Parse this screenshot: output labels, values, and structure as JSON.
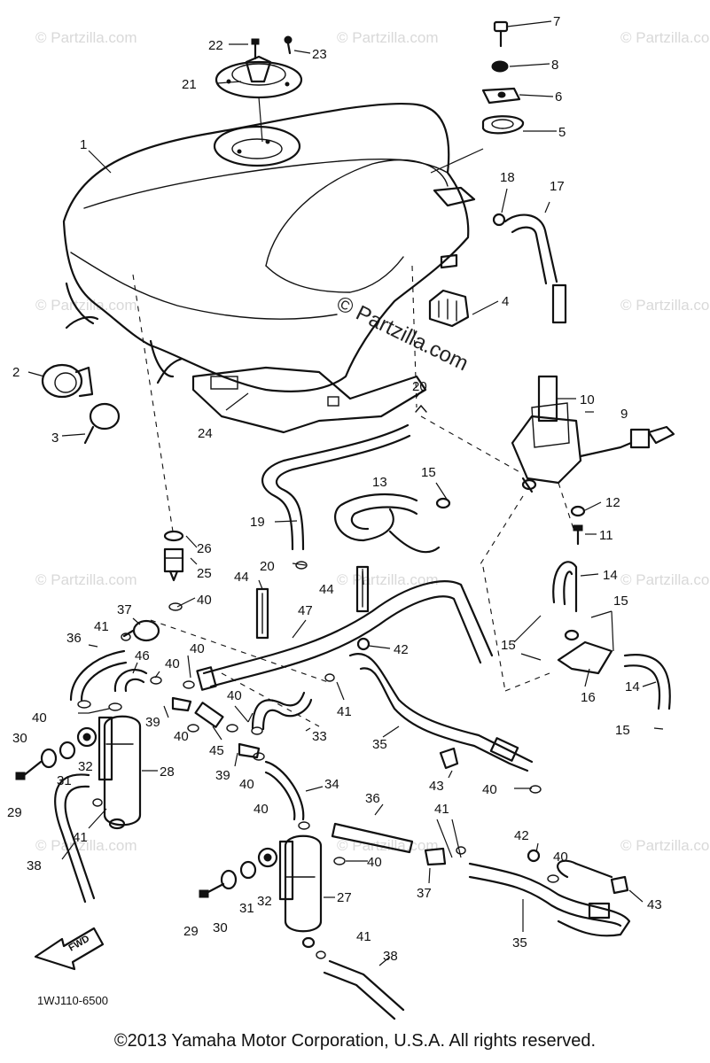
{
  "watermark": "© Partzilla.com",
  "diagram_code": "1WJ110-6500",
  "fwd_label": "FWD",
  "copyright": "©2013 Yamaha Motor Corporation, U.S.A. All rights reserved.",
  "callouts": {
    "c1": "1",
    "c2": "2",
    "c3": "3",
    "c4": "4",
    "c5": "5",
    "c6": "6",
    "c7": "7",
    "c8": "8",
    "c9": "9",
    "c10": "10",
    "c11": "11",
    "c12": "12",
    "c13": "13",
    "c14a": "14",
    "c14b": "14",
    "c15a": "15",
    "c15b": "15",
    "c15c": "15",
    "c15d": "15",
    "c16": "16",
    "c17": "17",
    "c18": "18",
    "c19": "19",
    "c20a": "20",
    "c20b": "20",
    "c21": "21",
    "c22": "22",
    "c23": "23",
    "c24": "24",
    "c25": "25",
    "c26": "26",
    "c27": "27",
    "c28": "28",
    "c29a": "29",
    "c29b": "29",
    "c30a": "30",
    "c30b": "30",
    "c31a": "31",
    "c31b": "31",
    "c32a": "32",
    "c32b": "32",
    "c33": "33",
    "c34": "34",
    "c35a": "35",
    "c35b": "35",
    "c36a": "36",
    "c36b": "36",
    "c37a": "37",
    "c37b": "37",
    "c38a": "38",
    "c38b": "38",
    "c39a": "39",
    "c39b": "39",
    "c40a": "40",
    "c40b": "40",
    "c40c": "40",
    "c40d": "40",
    "c40e": "40",
    "c40f": "40",
    "c40g": "40",
    "c40h": "40",
    "c40i": "40",
    "c40j": "40",
    "c40k": "40",
    "c41a": "41",
    "c41b": "41",
    "c41c": "41",
    "c41d": "41",
    "c41e": "41",
    "c42a": "42",
    "c42b": "42",
    "c43a": "43",
    "c43b": "43",
    "c44a": "44",
    "c44b": "44",
    "c45": "45",
    "c46": "46",
    "c47": "47"
  }
}
